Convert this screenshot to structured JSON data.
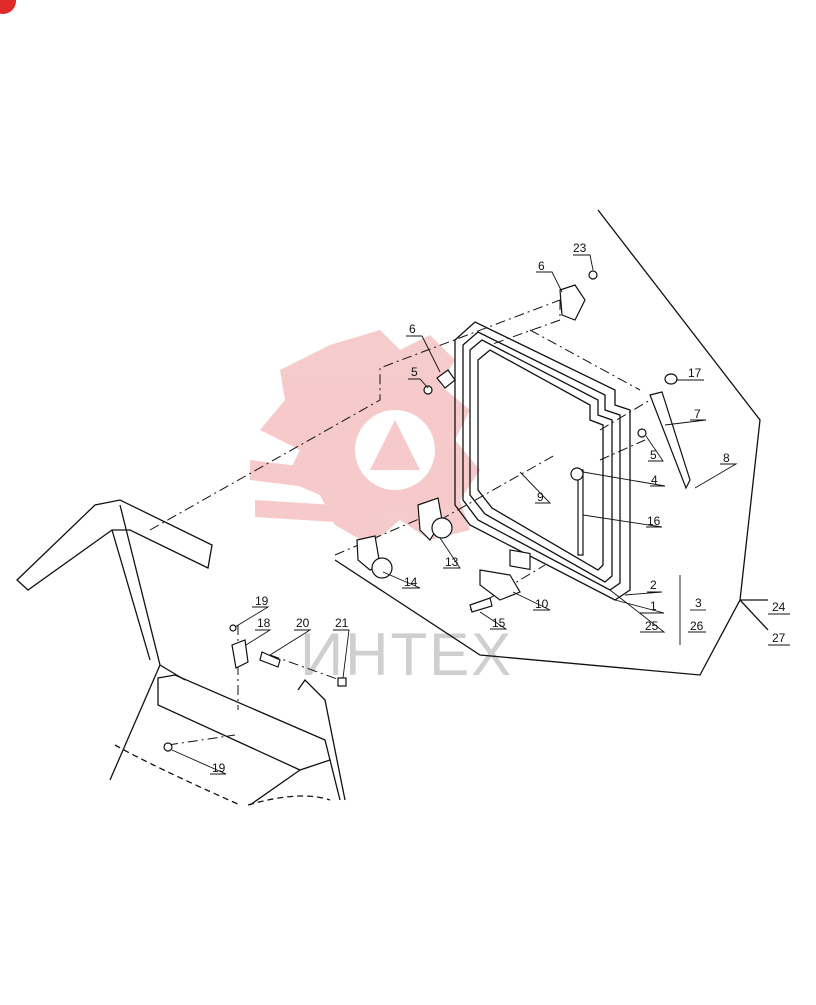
{
  "corner_badge": "",
  "watermark": {
    "text": "ИНТЕХ",
    "color": "#f2b8b8"
  },
  "callouts": [
    {
      "id": "c23",
      "label": "23"
    },
    {
      "id": "c6a",
      "label": "6"
    },
    {
      "id": "c6b",
      "label": "6"
    },
    {
      "id": "c5a",
      "label": "5"
    },
    {
      "id": "c17",
      "label": "17"
    },
    {
      "id": "c7",
      "label": "7"
    },
    {
      "id": "c5b",
      "label": "5"
    },
    {
      "id": "c8",
      "label": "8"
    },
    {
      "id": "c4",
      "label": "4"
    },
    {
      "id": "c9",
      "label": "9"
    },
    {
      "id": "c16",
      "label": "16"
    },
    {
      "id": "c13",
      "label": "13"
    },
    {
      "id": "c14",
      "label": "14"
    },
    {
      "id": "c10",
      "label": "10"
    },
    {
      "id": "c2",
      "label": "2"
    },
    {
      "id": "c3",
      "label": "3"
    },
    {
      "id": "c1",
      "label": "1"
    },
    {
      "id": "c24",
      "label": "24"
    },
    {
      "id": "c15",
      "label": "15"
    },
    {
      "id": "c25",
      "label": "25"
    },
    {
      "id": "c26",
      "label": "26"
    },
    {
      "id": "c27",
      "label": "27"
    },
    {
      "id": "c19a",
      "label": "19"
    },
    {
      "id": "c18",
      "label": "18"
    },
    {
      "id": "c20",
      "label": "20"
    },
    {
      "id": "c21",
      "label": "21"
    },
    {
      "id": "c19b",
      "label": "19"
    }
  ]
}
